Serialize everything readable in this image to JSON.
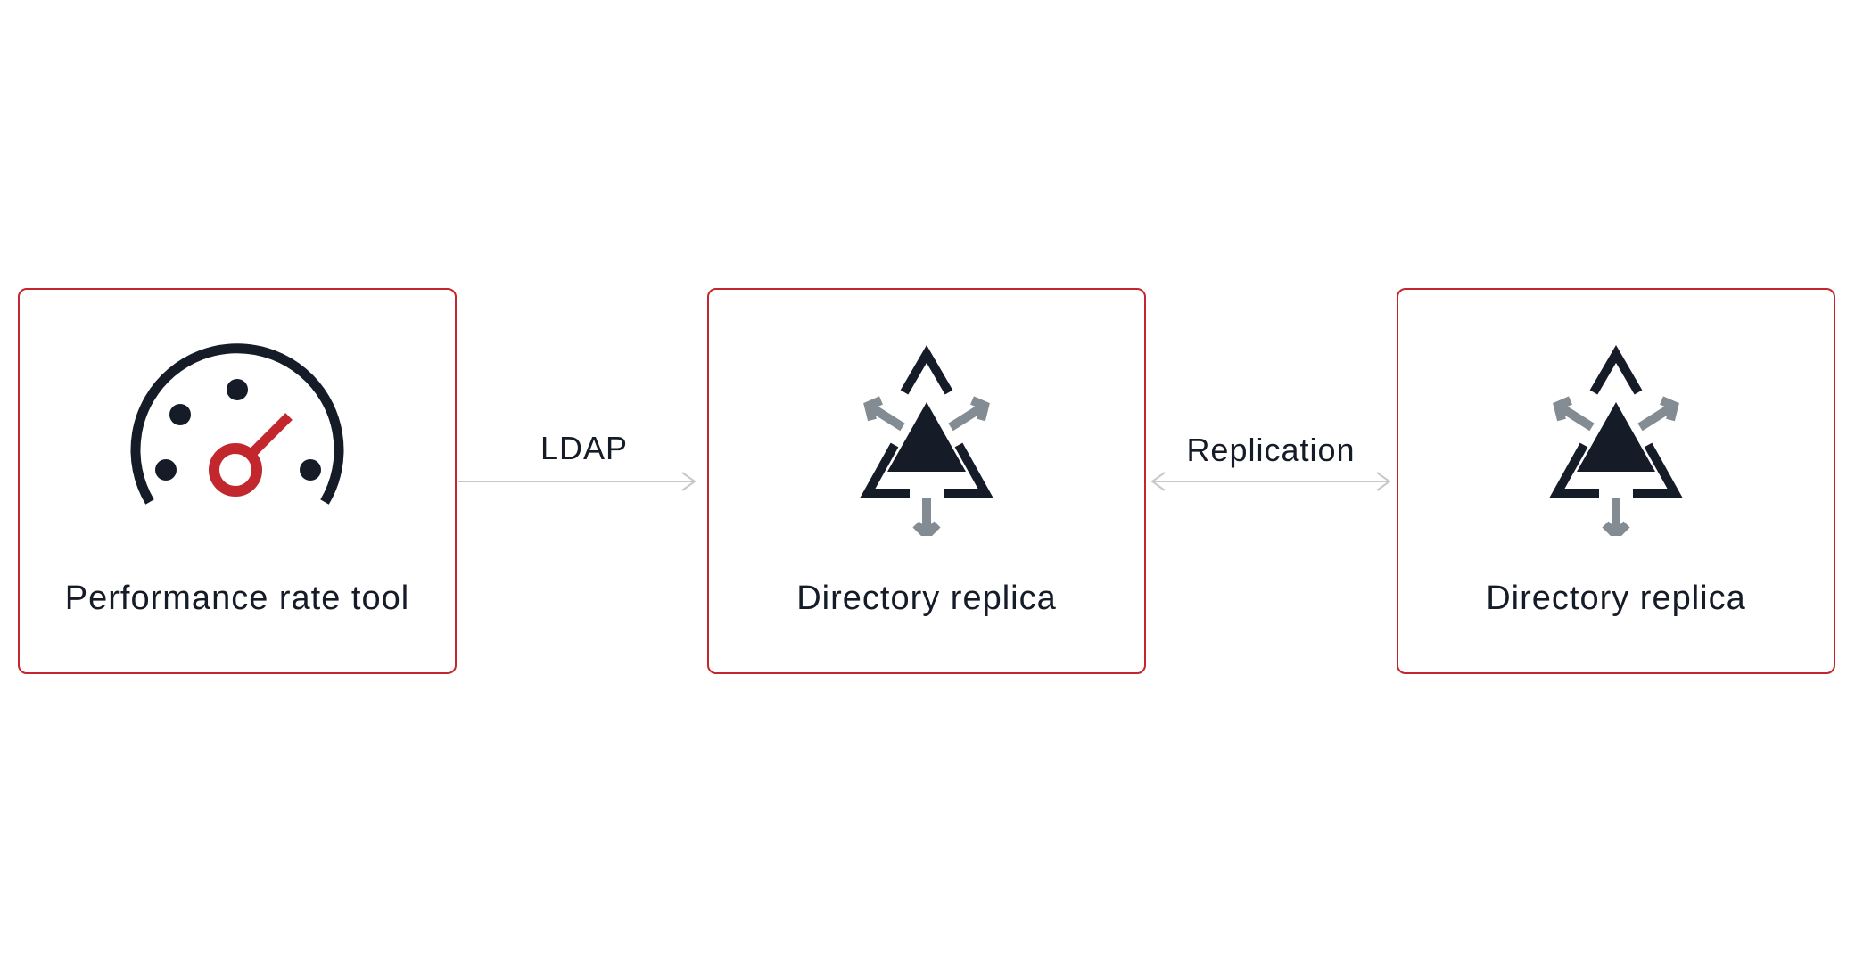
{
  "diagram": {
    "nodes": [
      {
        "label": "Performance rate tool",
        "icon": "speedometer-icon"
      },
      {
        "label": "Directory replica",
        "icon": "directory-replica-icon"
      },
      {
        "label": "Directory replica",
        "icon": "directory-replica-icon"
      }
    ],
    "edges": [
      {
        "label": "LDAP",
        "from": 0,
        "to": 1,
        "direction": "one-way"
      },
      {
        "label": "Replication",
        "from": 1,
        "to": 2,
        "direction": "two-way"
      }
    ]
  },
  "colors": {
    "border": "#c1272d",
    "accent": "#c1272d",
    "icon_dark": "#151c28",
    "icon_grey": "#848c93",
    "connector": "#c8c8c8"
  }
}
